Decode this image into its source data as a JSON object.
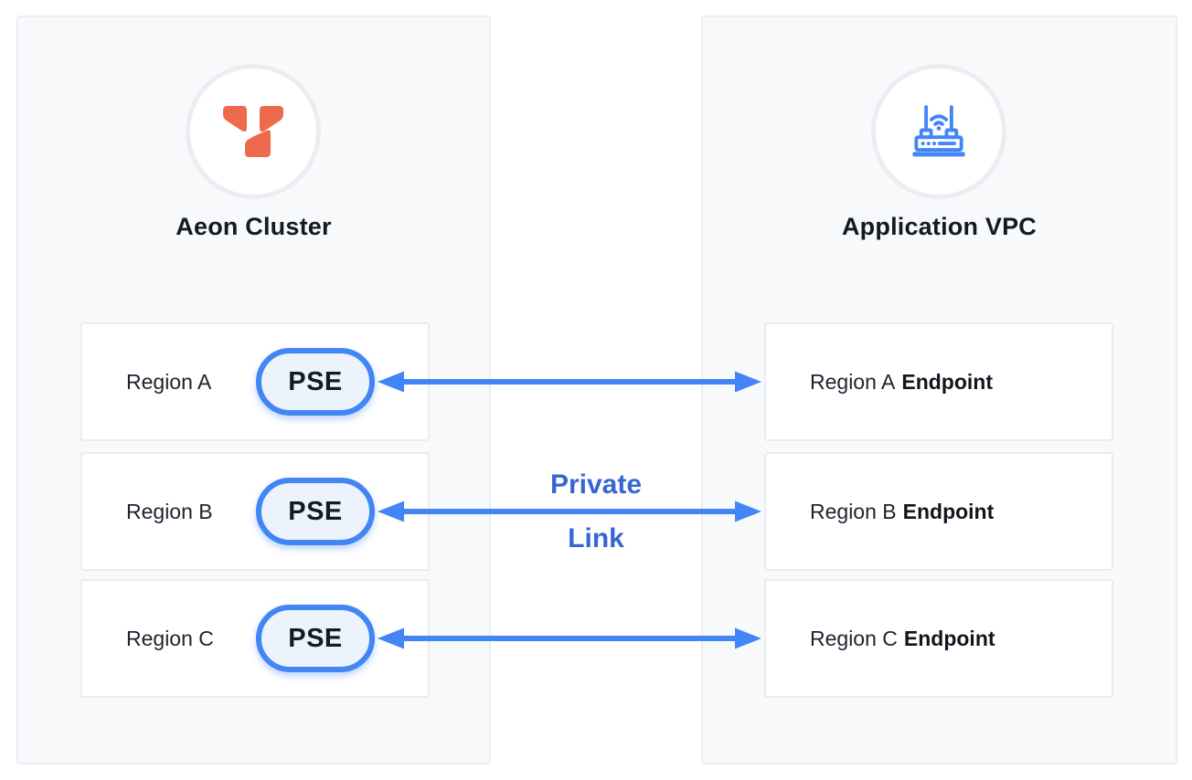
{
  "left_panel": {
    "icon": "aeon-logo-icon",
    "title": "Aeon Cluster",
    "rows": [
      {
        "region": "Region A",
        "badge": "PSE"
      },
      {
        "region": "Region B",
        "badge": "PSE"
      },
      {
        "region": "Region C",
        "badge": "PSE"
      }
    ]
  },
  "right_panel": {
    "icon": "wifi-router-icon",
    "title": "Application VPC",
    "rows": [
      {
        "region": "Region A",
        "type": "Endpoint"
      },
      {
        "region": "Region B",
        "type": "Endpoint"
      },
      {
        "region": "Region C",
        "type": "Endpoint"
      }
    ]
  },
  "connection": {
    "label_line1": "Private",
    "label_line2": "Link",
    "arrow_count": 3,
    "arrow_style": "double-headed"
  },
  "colors": {
    "arrow_blue": "#4285F4",
    "pill_border_blue": "#4285F4",
    "pill_fill": "#EDF3FC",
    "link_text_blue": "#3666D6",
    "logo_orange": "#EE6A4C",
    "router_icon_blue": "#4285F4",
    "panel_fill": "#F8F9FB",
    "card_border": "#E9ECF2"
  }
}
